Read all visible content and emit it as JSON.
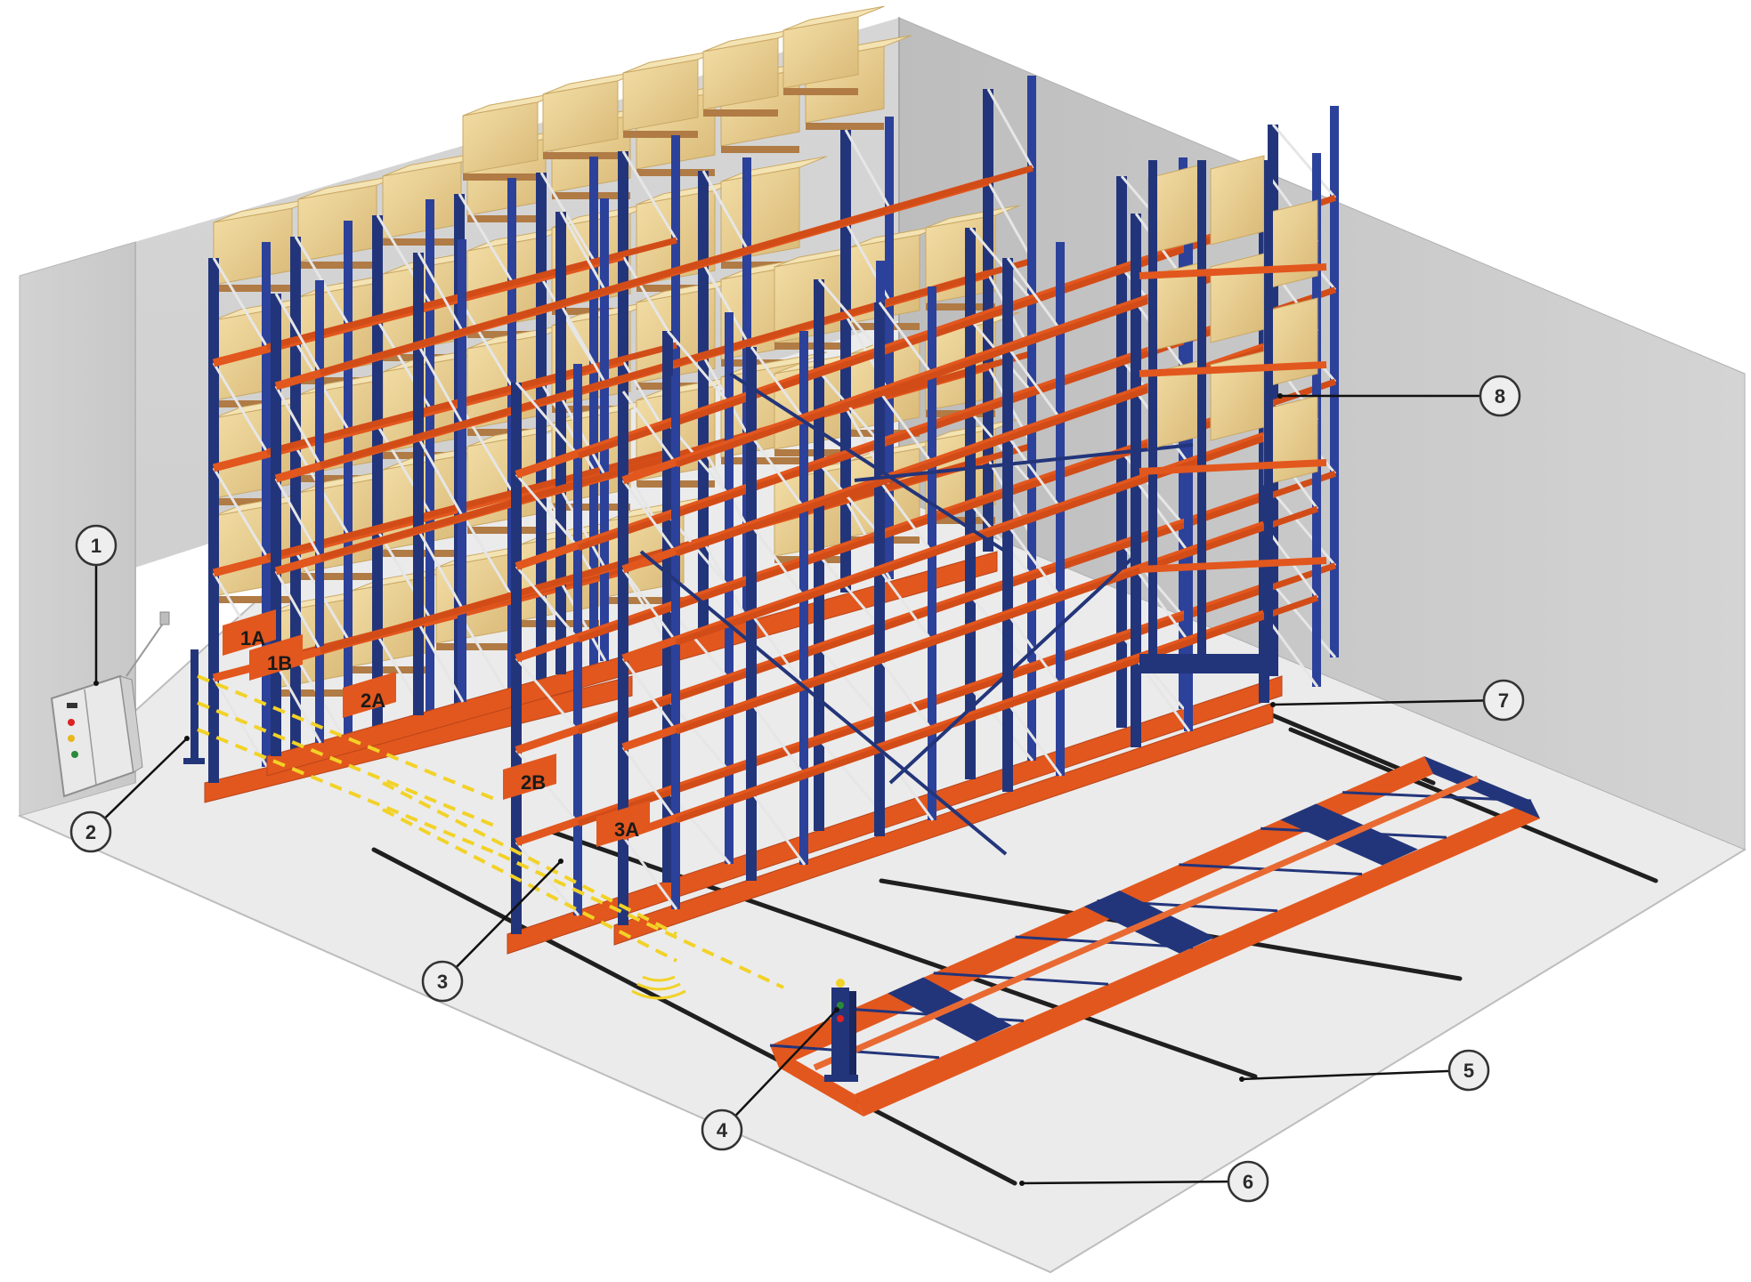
{
  "colors": {
    "wall": "#d9d9d9",
    "wall_dark": "#c4c4c4",
    "floor": "#ececec",
    "upright": "#23357a",
    "beam": "#e2571e",
    "box": "#e9cf92",
    "pallet": "#b07b45",
    "rail": "#222222",
    "sensor": "#f2d227",
    "callout_fill": "#eeeeee",
    "callout_stroke": "#333333"
  },
  "rack_labels": [
    "1A",
    "1B",
    "2A",
    "2B",
    "3A"
  ],
  "callouts": [
    {
      "label": "1",
      "part": "control-cabinet-icon"
    },
    {
      "label": "2",
      "part": "safety-barrier-icon"
    },
    {
      "label": "3",
      "part": "photoelectric-sensor-icon"
    },
    {
      "label": "4",
      "part": "control-post-icon"
    },
    {
      "label": "5",
      "part": "floor-rail-icon"
    },
    {
      "label": "6",
      "part": "floor-rail-icon"
    },
    {
      "label": "7",
      "part": "mobile-base-icon"
    },
    {
      "label": "8",
      "part": "fixed-rack-icon"
    }
  ]
}
